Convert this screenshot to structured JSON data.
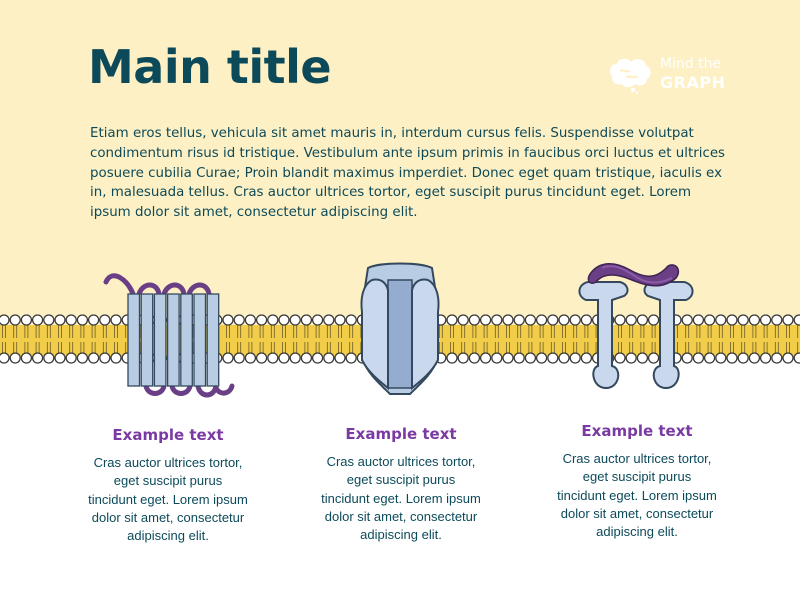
{
  "title": "Main title",
  "intro": "Etiam eros tellus, vehicula sit amet mauris in, interdum cursus felis. Suspendisse volutpat condimentum risus id tristique. Vestibulum ante ipsum primis in faucibus orci luctus et ultrices posuere cubilia Curae; Proin blandit maximus imperdiet. Donec eget quam tristique, iaculis ex in, malesuada tellus. Cras auctor ultrices tortor, eget suscipit purus tincidunt eget. Lorem ipsum dolor sit amet, consectetur adipiscing elit.",
  "logo": {
    "line1": "Mind the",
    "line2": "GRAPH",
    "icon": "brain-icon"
  },
  "proteins": [
    {
      "icon": "seven-transmembrane-receptor-icon",
      "heading": "Example text",
      "body": "Cras auctor ultrices tortor, eget suscipit purus tincidunt eget. Lorem ipsum dolor sit amet, consectetur adipiscing elit."
    },
    {
      "icon": "channel-protein-icon",
      "heading": "Example text",
      "body": "Cras auctor ultrices tortor, eget suscipit purus tincidunt eget. Lorem ipsum dolor sit amet, consectetur adipiscing elit."
    },
    {
      "icon": "dimeric-receptor-icon",
      "heading": "Example text",
      "body": "Cras auctor ultrices tortor, eget suscipit purus tincidunt eget. Lorem ipsum dolor sit amet, consectetur adipiscing elit."
    }
  ],
  "colors": {
    "background_top": "#fdf0c4",
    "title": "#0c4a5a",
    "heading": "#7b3aa3",
    "membrane_tail": "#f1cd4a",
    "protein_fill": "#b8cce4",
    "protein_accent": "#6a3f86"
  }
}
